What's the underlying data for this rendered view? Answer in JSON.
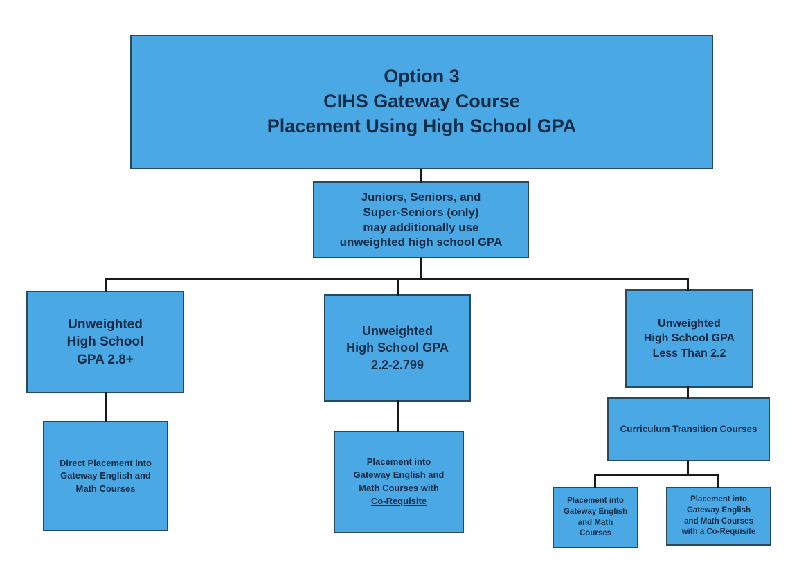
{
  "colors": {
    "box_fill": "#4aa8e4",
    "box_border": "#274b5c",
    "line_color": "#1a1a1a",
    "text_color": "#152c47",
    "background": "#ffffff"
  },
  "diagram": {
    "type": "flowchart",
    "nodes": {
      "title": {
        "lines": [
          [
            {
              "t": "Option 3"
            }
          ],
          [
            {
              "t": "CIHS Gateway Course"
            }
          ],
          [
            {
              "t": "Placement Using High School GPA"
            }
          ]
        ]
      },
      "juniors": {
        "lines": [
          [
            {
              "t": "Juniors, Seniors, and"
            }
          ],
          [
            {
              "t": "Super-Seniors (only)"
            }
          ],
          [
            {
              "t": "may additionally use"
            }
          ],
          [
            {
              "t": "unweighted high school GPA"
            }
          ]
        ]
      },
      "gpa_high": {
        "lines": [
          [
            {
              "t": "Unweighted"
            }
          ],
          [
            {
              "t": "High School"
            }
          ],
          [
            {
              "t": "GPA 2.8+"
            }
          ]
        ]
      },
      "gpa_mid": {
        "lines": [
          [
            {
              "t": "Unweighted"
            }
          ],
          [
            {
              "t": "High School GPA"
            }
          ],
          [
            {
              "t": "2.2-2.799"
            }
          ]
        ]
      },
      "gpa_low": {
        "lines": [
          [
            {
              "t": "Unweighted"
            }
          ],
          [
            {
              "t": "High School GPA"
            }
          ],
          [
            {
              "t": "Less Than 2.2"
            }
          ]
        ]
      },
      "direct_placement": {
        "lines": [
          [
            {
              "t": "Direct Placement",
              "u": true
            },
            {
              "t": " into"
            }
          ],
          [
            {
              "t": "Gateway English and"
            }
          ],
          [
            {
              "t": "Math Courses"
            }
          ]
        ]
      },
      "coreq_placement": {
        "lines": [
          [
            {
              "t": "Placement into"
            }
          ],
          [
            {
              "t": "Gateway English and"
            }
          ],
          [
            {
              "t": "Math Courses "
            },
            {
              "t": "with",
              "u": true
            }
          ],
          [
            {
              "t": "Co-Requisite",
              "u": true
            }
          ]
        ]
      },
      "curriculum": {
        "lines": [
          [
            {
              "t": "Curriculum Transition Courses"
            }
          ]
        ]
      },
      "placement_plain": {
        "lines": [
          [
            {
              "t": "Placement into"
            }
          ],
          [
            {
              "t": "Gateway English"
            }
          ],
          [
            {
              "t": "and Math"
            }
          ],
          [
            {
              "t": "Courses"
            }
          ]
        ]
      },
      "placement_coreq": {
        "lines": [
          [
            {
              "t": "Placement into"
            }
          ],
          [
            {
              "t": "Gateway English"
            }
          ],
          [
            {
              "t": "and Math Courses"
            }
          ],
          [
            {
              "t": "with a Co-Requisite",
              "u": true
            }
          ]
        ]
      }
    }
  }
}
